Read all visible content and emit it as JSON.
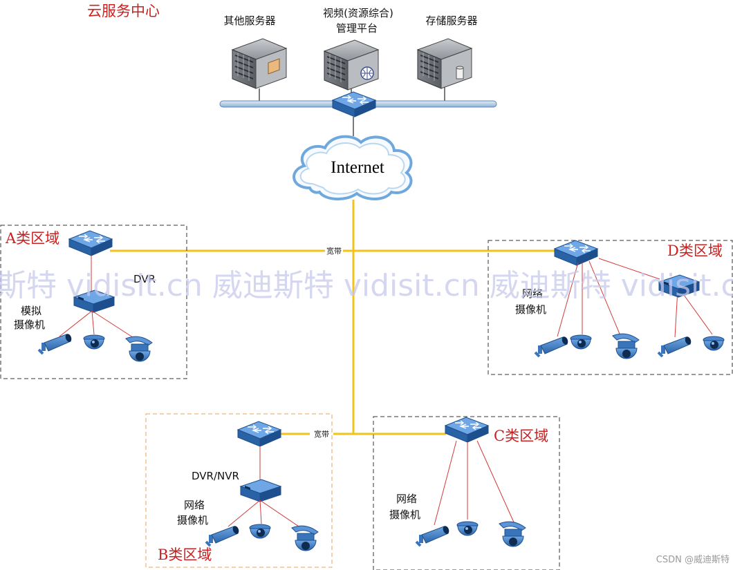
{
  "title": "云服务中心",
  "servers": {
    "other": "其他服务器",
    "video_line1": "视频(资源综合)",
    "video_line2": "管理平台",
    "storage": "存储服务器"
  },
  "internet": "Internet",
  "broadband": "宽带",
  "zone_a": {
    "name": "A类区域",
    "dvr": "DVR",
    "camera_line1": "模拟",
    "camera_line2": "摄像机"
  },
  "zone_b": {
    "name": "B类区域",
    "dvr": "DVR/NVR",
    "camera_line1": "网络",
    "camera_line2": "摄像机"
  },
  "zone_c": {
    "name": "C类区域",
    "camera_line1": "网络",
    "camera_line2": "摄像机"
  },
  "zone_d": {
    "name": "D类区域",
    "camera_line1": "网络",
    "camera_line2": "摄像机"
  },
  "watermark": "斯特 vidisit.cn 威迪斯特 vidisit.cn 威迪斯特 vidisit.cn",
  "credit": "CSDN @威迪斯特",
  "colors": {
    "zone_title": "#cc1f1f",
    "wan_link": "#f2c318",
    "camera_link": "#d23a3a",
    "zone_b_border": "#e8a25a"
  }
}
